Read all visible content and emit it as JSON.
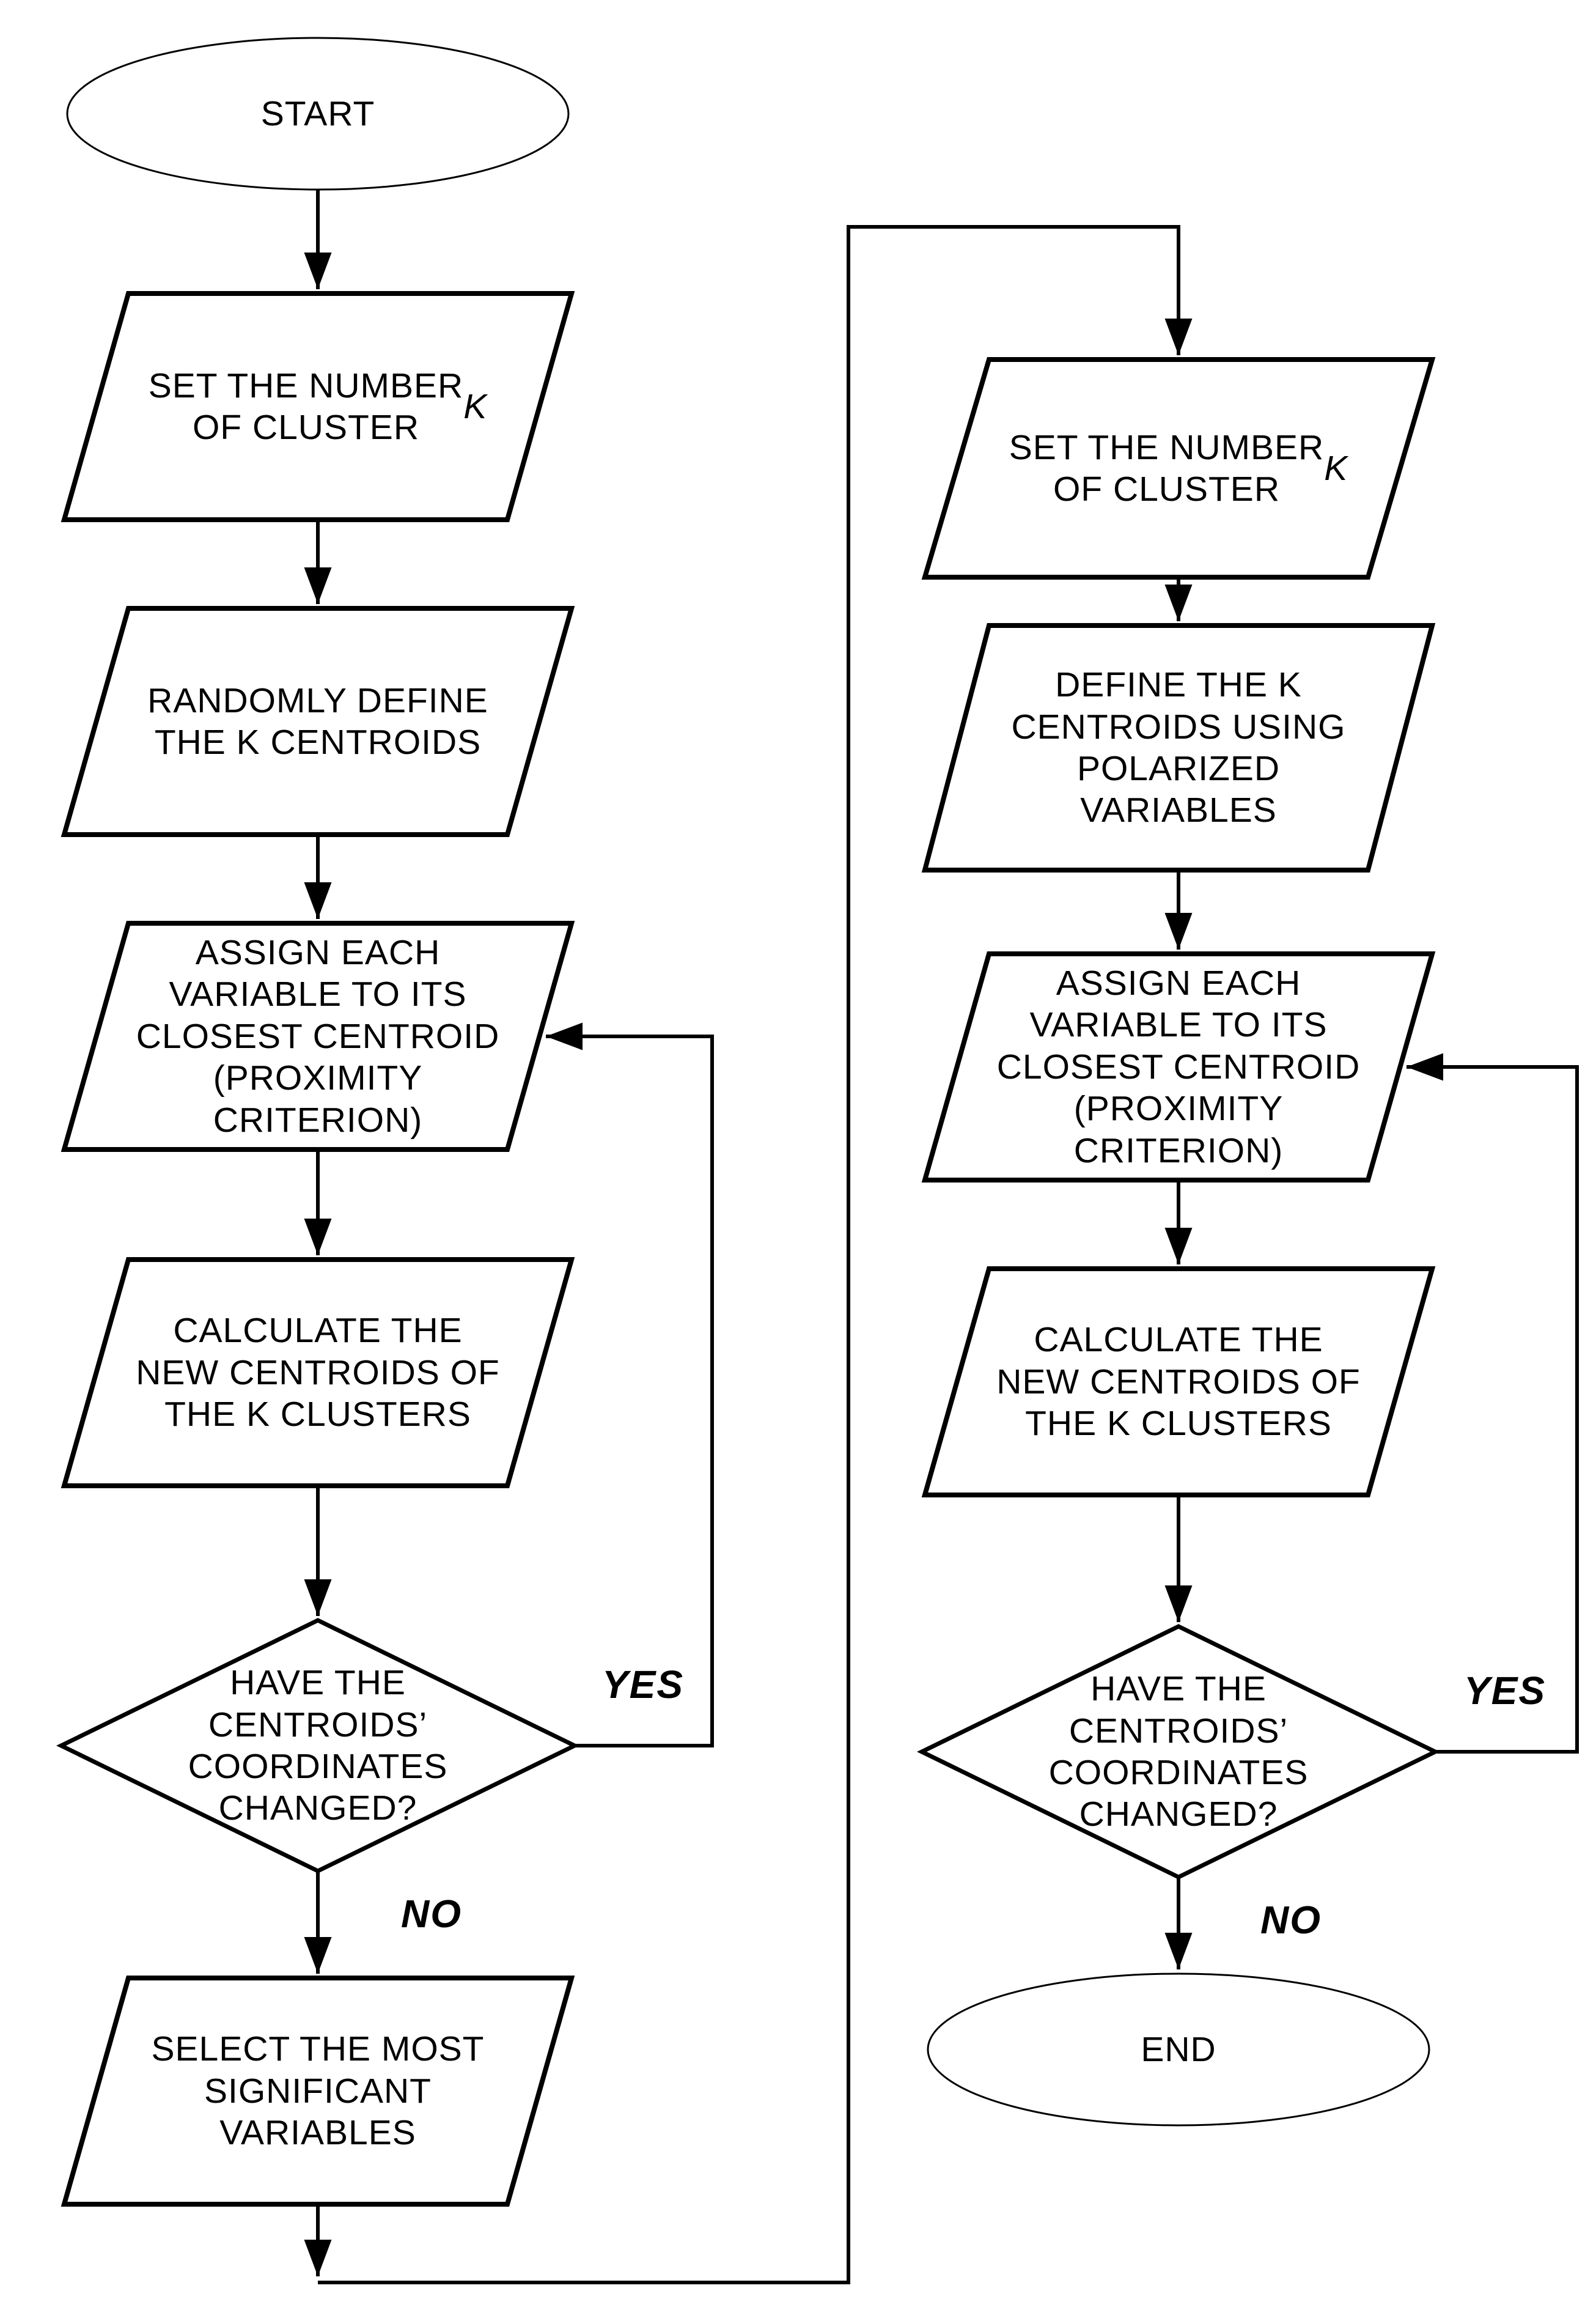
{
  "labels": {
    "yes": "YES",
    "no": "NO"
  },
  "left": {
    "start": "START",
    "set_number_prefix": "SET THE NUMBER\nOF CLUSTER ",
    "set_number_k": "K",
    "randomly_define": "RANDOMLY DEFINE\nTHE K CENTROIDS",
    "assign": "ASSIGN EACH\nVARIABLE TO ITS\nCLOSEST CENTROID\n(PROXIMITY\nCRITERION)",
    "calculate": "CALCULATE THE\nNEW CENTROIDS OF\nTHE K CLUSTERS",
    "decision": "HAVE THE\nCENTROIDS’\nCOORDINATES\nCHANGED?",
    "select": "SELECT THE MOST\nSIGNIFICANT\nVARIABLES"
  },
  "right": {
    "set_number_prefix": "SET THE NUMBER\nOF CLUSTER ",
    "set_number_k": "K",
    "define_polarized": "DEFINE THE K\nCENTROIDS USING\nPOLARIZED\nVARIABLES",
    "assign": "ASSIGN EACH\nVARIABLE TO ITS\nCLOSEST CENTROID\n(PROXIMITY\nCRITERION)",
    "calculate": "CALCULATE THE\nNEW CENTROIDS OF\nTHE K CLUSTERS",
    "decision": "HAVE THE\nCENTROIDS’\nCOORDINATES\nCHANGED?",
    "end": "END"
  }
}
